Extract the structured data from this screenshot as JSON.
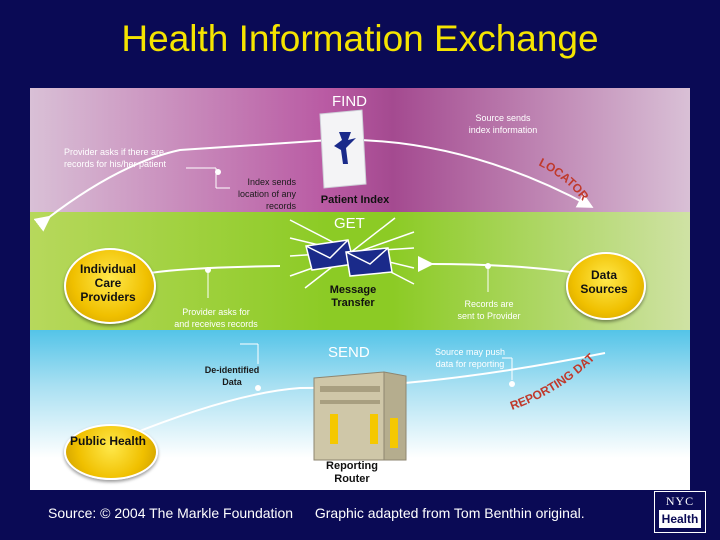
{
  "title": "Health Information Exchange",
  "sections": {
    "find": "FIND",
    "get": "GET",
    "send": "SEND"
  },
  "nodes": {
    "individual_care_providers": "Individual Care Providers",
    "data_sources": "Data Sources",
    "public_health": "Public Health"
  },
  "annotations": {
    "provider_asks": "Provider asks if there are records for his/her patient",
    "index_sends": "Index sends location of any records",
    "source_sends": "Source sends index information",
    "provider_receives": "Provider asks for and receives records",
    "records_sent": "Records are sent to Provider",
    "source_push": "Source may push data for reporting",
    "deidentified": "De-identified Data"
  },
  "components": {
    "patient_index": "Patient Index",
    "message_transfer": "Message Transfer",
    "reporting_router": "Reporting Router"
  },
  "curved_text": {
    "locator": "LOCATOR",
    "reporting_data": "REPORTING DATA"
  },
  "footer": {
    "source": "Source: © 2004 The Markle Foundation",
    "adapted": "Graphic adapted from Tom Benthin original."
  },
  "logo": {
    "top": "NYC",
    "bottom": "Health"
  }
}
